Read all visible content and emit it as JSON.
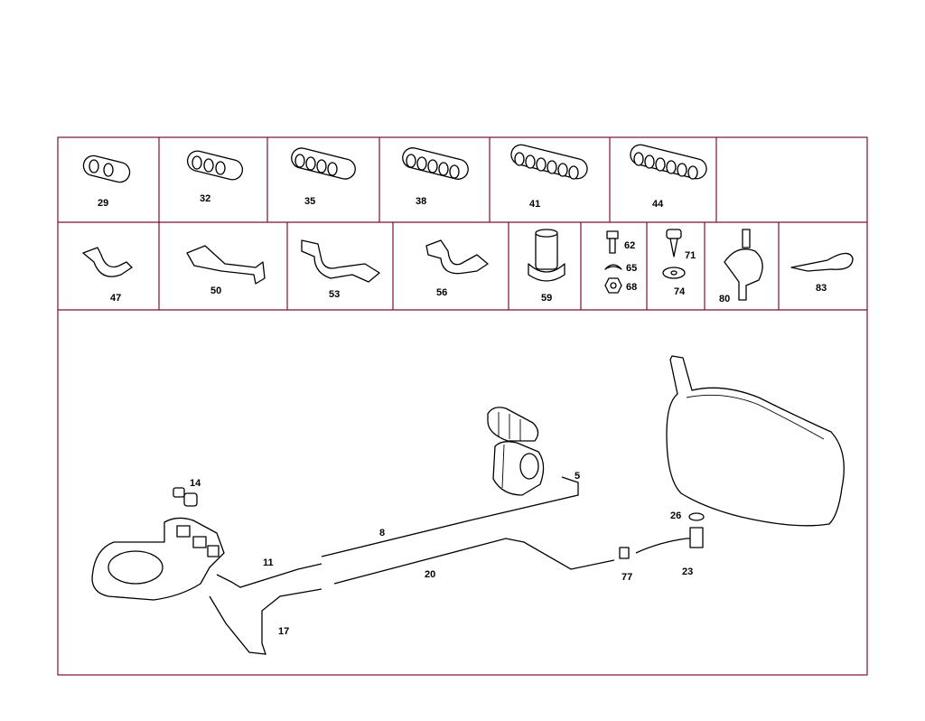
{
  "diagram": {
    "row1": [
      {
        "id": "29",
        "label": "29"
      },
      {
        "id": "32",
        "label": "32"
      },
      {
        "id": "35",
        "label": "35"
      },
      {
        "id": "38",
        "label": "38"
      },
      {
        "id": "41",
        "label": "41"
      },
      {
        "id": "44",
        "label": "44"
      }
    ],
    "row2": [
      {
        "id": "47",
        "label": "47"
      },
      {
        "id": "50",
        "label": "50"
      },
      {
        "id": "53",
        "label": "53"
      },
      {
        "id": "56",
        "label": "56"
      },
      {
        "id": "59",
        "label": "59"
      },
      {
        "id": "62",
        "label": "62"
      },
      {
        "id": "65",
        "label": "65"
      },
      {
        "id": "68",
        "label": "68"
      },
      {
        "id": "71",
        "label": "71"
      },
      {
        "id": "74",
        "label": "74"
      },
      {
        "id": "80",
        "label": "80"
      },
      {
        "id": "83",
        "label": "83"
      }
    ],
    "assembly": [
      {
        "id": "14",
        "label": "14"
      },
      {
        "id": "5",
        "label": "5"
      },
      {
        "id": "8",
        "label": "8"
      },
      {
        "id": "11",
        "label": "11"
      },
      {
        "id": "20",
        "label": "20"
      },
      {
        "id": "17",
        "label": "17"
      },
      {
        "id": "26",
        "label": "26"
      },
      {
        "id": "23",
        "label": "23"
      },
      {
        "id": "77",
        "label": "77"
      }
    ]
  },
  "colors": {
    "frame": "#7a1030",
    "ink": "#000000"
  }
}
